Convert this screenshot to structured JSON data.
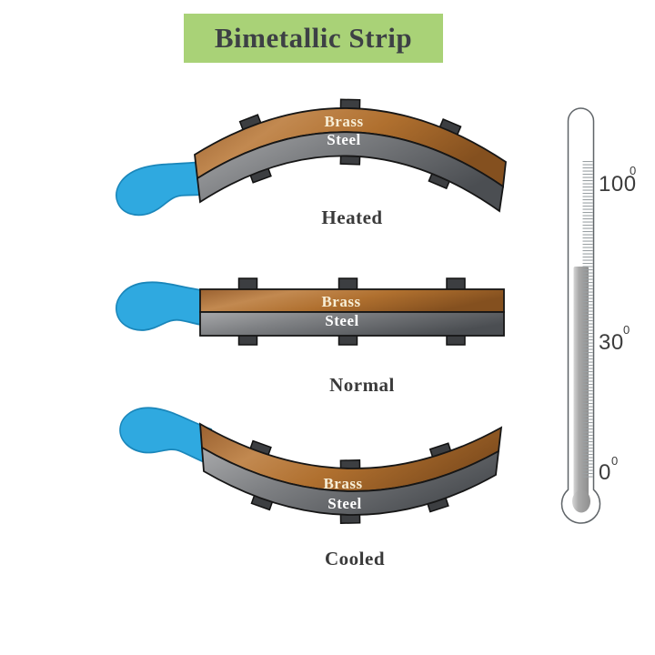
{
  "title": "Bimetallic Strip",
  "strips": [
    {
      "state": "Heated",
      "top_layer": "Brass",
      "bottom_layer": "Steel"
    },
    {
      "state": "Normal",
      "top_layer": "Brass",
      "bottom_layer": "Steel"
    },
    {
      "state": "Cooled",
      "top_layer": "Brass",
      "bottom_layer": "Steel"
    }
  ],
  "thermometer": {
    "scale_labels": [
      {
        "value": "100",
        "sup": "0"
      },
      {
        "value": "30",
        "sup": "0"
      },
      {
        "value": "0",
        "sup": "0"
      }
    ]
  },
  "colors": {
    "background": "#ffffff",
    "title_bg": "#a9d277",
    "title_text": "#3d4045",
    "brass_light": "#c08348",
    "brass_dark": "#7b4a20",
    "steel_light": "#a8a9ab",
    "steel_dark": "#4b4e52",
    "handle_blue": "#2fa9e0",
    "clip_gray": "#3c3e41",
    "mercury_gray": "#a9a9a9",
    "brass_label_text": "#f7eed6",
    "steel_label_text": "#ffffff",
    "state_label_text": "#3a3a3a"
  }
}
